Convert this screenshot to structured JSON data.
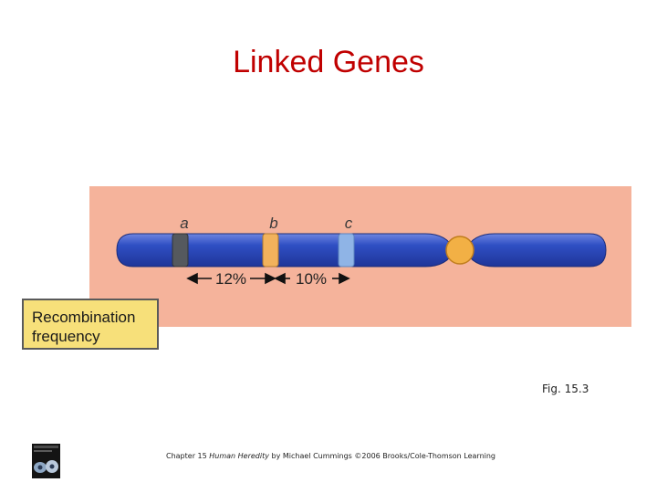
{
  "title": "Linked Genes",
  "figure": {
    "genes": [
      {
        "label": "a",
        "color": "#55595e"
      },
      {
        "label": "b",
        "color": "#f2b25c"
      },
      {
        "label": "c",
        "color": "#8fb4e6"
      }
    ],
    "distances": [
      "12%",
      "10%"
    ],
    "legend": "Recombination\nfrequency",
    "colors": {
      "background": "#f5b39b",
      "chromosome": "#2f4fc4",
      "centromere": "#f2b045",
      "legend_fill": "#f7e07a"
    }
  },
  "figure_label": "Fig. 15.3",
  "credit": {
    "prefix": "Chapter 15",
    "book": "Human Heredity",
    "suffix": "by Michael Cummings ©2006 Brooks/Cole-Thomson Learning"
  }
}
